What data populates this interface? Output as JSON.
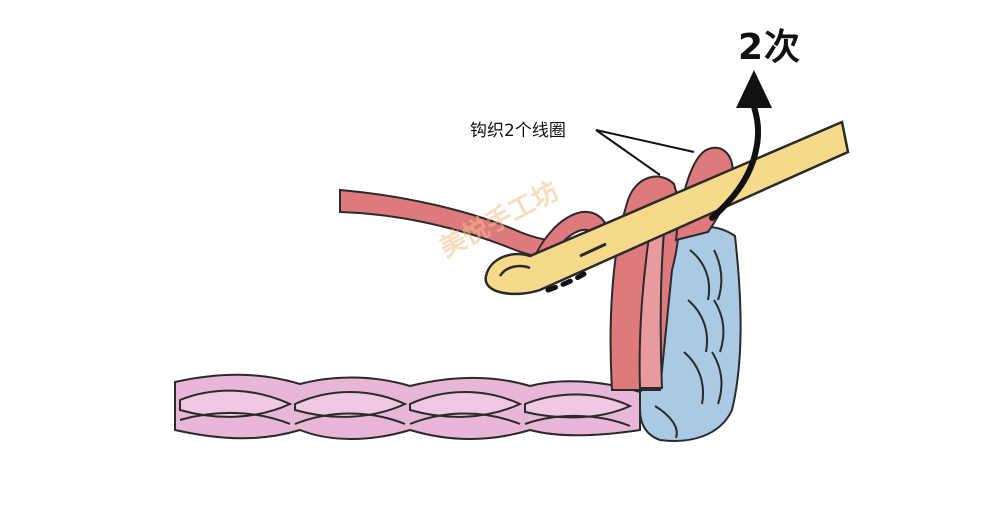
{
  "labels": {
    "count": "2次",
    "loops": "钩织2个线圈"
  },
  "watermark": {
    "text": "美悦手工坊"
  },
  "colors": {
    "chain_yarn": "#e8b7d8",
    "working_yarn": "#de7a7e",
    "stitch_yarn": "#aac9e4",
    "hook": "#f6d98a",
    "outline": "#2a2a2a"
  }
}
